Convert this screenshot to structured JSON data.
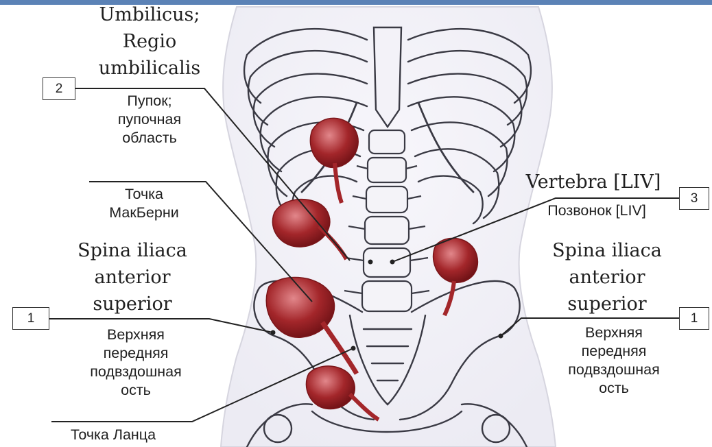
{
  "colors": {
    "top_band": "#5b82b6",
    "body_fill": "#ecebf3",
    "bone_stroke": "#3a3a44",
    "organ": "#a3262a",
    "organ_light": "#e2878b",
    "leader": "#222222"
  },
  "labels": {
    "umbilicus_latin": [
      "Umbilicus;",
      "Regio",
      "umbilicalis"
    ],
    "umbilicus_ru": [
      "Пупок;",
      "пупочная",
      "область"
    ],
    "mcburney_ru": [
      "Точка",
      "МакБерни"
    ],
    "spina_left_latin": [
      "Spina iliaca",
      "anterior",
      "superior"
    ],
    "spina_left_ru": [
      "Верхняя",
      "передняя",
      "подвздошная",
      "ость"
    ],
    "vertebra_latin": "Vertebra [LIV]",
    "vertebra_ru": "Позвонок [LIV]",
    "spina_right_latin": [
      "Spina iliaca",
      "anterior",
      "superior"
    ],
    "spina_right_ru": [
      "Верхняя",
      "передняя",
      "подвздошная",
      "ость"
    ],
    "lanz_ru": "Точка Ланца"
  },
  "markers": {
    "marker_2": "2",
    "marker_3": "3",
    "marker_1_left": "1",
    "marker_1_right": "1"
  }
}
